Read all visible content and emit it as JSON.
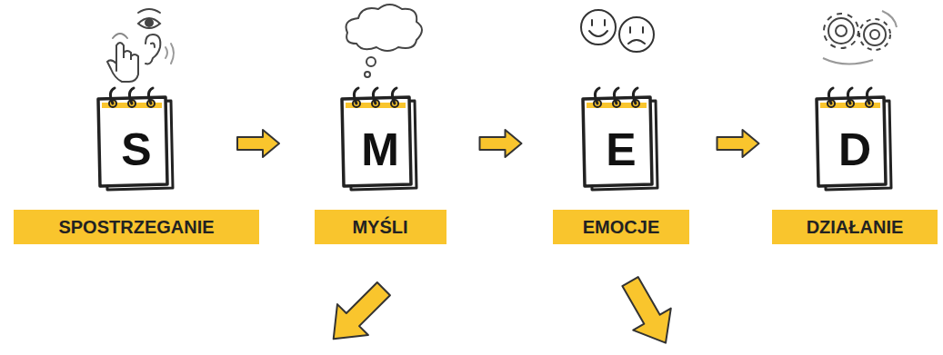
{
  "diagram": {
    "nodes": [
      {
        "text": [
          "S",
          "SPOSTRZEGANIE"
        ]
      },
      {
        "text": [
          "M",
          "MYŚLI"
        ]
      },
      {
        "text": [
          "E",
          "EMOCJE"
        ]
      },
      {
        "text": [
          "D",
          "DZIAŁANIE"
        ]
      }
    ],
    "edges": [
      {
        "from": 0,
        "to": 1,
        "arrow": "to"
      },
      {
        "from": 1,
        "to": 2,
        "arrow": "to"
      },
      {
        "from": 2,
        "to": 3,
        "arrow": "to"
      }
    ]
  }
}
